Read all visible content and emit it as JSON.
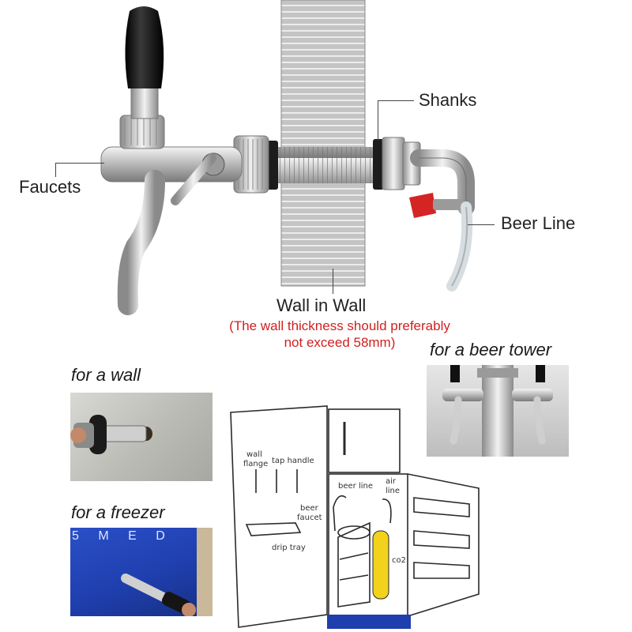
{
  "labels": {
    "shanks": "Shanks",
    "faucets": "Faucets",
    "beer_line": "Beer Line",
    "wall_in_wall": "Wall in Wall",
    "wall_note_line1": "(The wall thickness should preferably",
    "wall_note_line2": "not exceed 58mm)",
    "for_beer_tower": "for a beer tower",
    "for_wall": "for a wall",
    "for_freezer": "for a freezer"
  },
  "fridge_diagram": {
    "wall_flange_l1": "wall",
    "wall_flange_l2": "flange",
    "tap_handle": "tap handle",
    "beer_line": "beer line",
    "air_line_l1": "air",
    "air_line_l2": "line",
    "beer_faucet_l1": "beer",
    "beer_faucet_l2": "faucet",
    "drip_tray": "drip tray",
    "co2": "co2"
  },
  "freezer_photo_text": "5 M E D",
  "colors": {
    "note_red": "#d11f1f",
    "wall_gray": "#b9b9b9",
    "chrome": "#c9c9c9",
    "handle_black": "#111111",
    "line_blue": "#1f3fae"
  }
}
